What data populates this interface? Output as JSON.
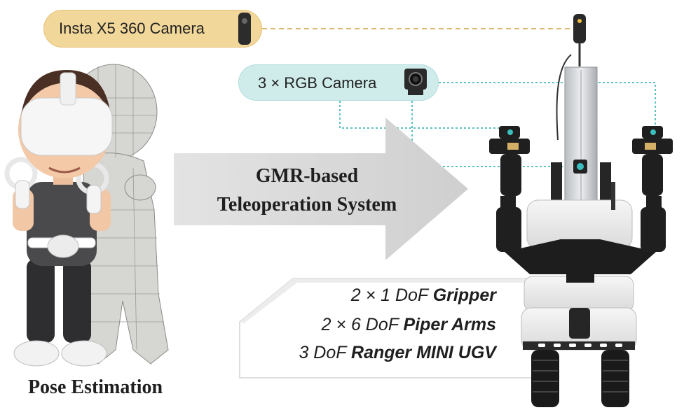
{
  "cameras": {
    "insta": {
      "label": "Insta X5 360 Camera",
      "icon": "360-camera-icon"
    },
    "rgb": {
      "label": "3 × RGB Camera",
      "icon": "rgb-camera-icon"
    }
  },
  "system": {
    "line1": "GMR-based",
    "line2": "Teleoperation System"
  },
  "specs": [
    {
      "prefix": "2 × 1 DoF ",
      "name": "Gripper"
    },
    {
      "prefix": "2 × 6 DoF ",
      "name": "Piper Arms"
    },
    {
      "prefix": "3 DoF ",
      "name": "Ranger MINI UGV"
    }
  ],
  "operator": {
    "label": "Pose Estimation",
    "icon": "vr-operator-icon"
  },
  "robot": {
    "icon": "mobile-manipulator-icon"
  },
  "colors": {
    "insta_pill": "#f2d79a",
    "rgb_pill": "#cfeceb",
    "insta_line": "#d9b870",
    "rgb_line": "#5cc2c0",
    "arrow": "#d6d6d6"
  }
}
